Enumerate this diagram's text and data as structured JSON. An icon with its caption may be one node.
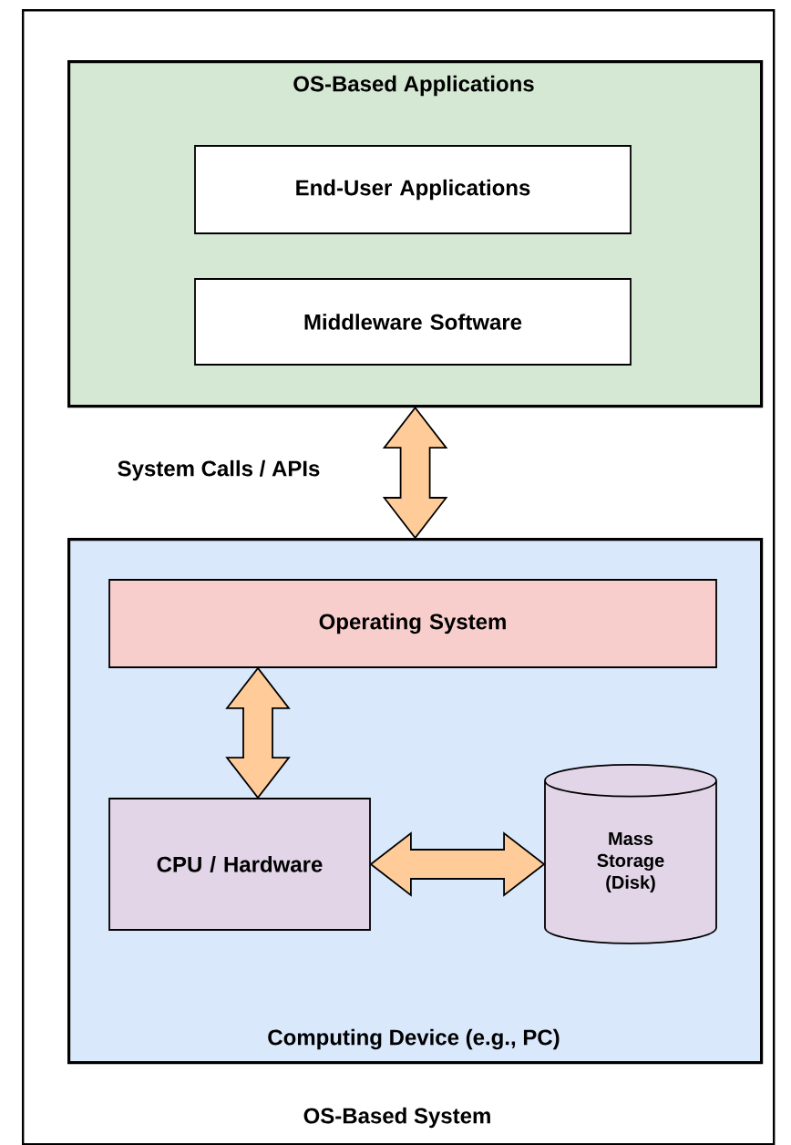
{
  "diagram": {
    "nodes": [
      {
        "text": [
          "OS-Based System"
        ]
      },
      {
        "text": [
          "OS-Based Applications"
        ],
        "in": 0
      },
      {
        "text": [
          "End-User Applications"
        ],
        "in": 1
      },
      {
        "text": [
          "Middleware Software"
        ],
        "in": 1
      },
      {
        "text": [
          "Computing Device (e.g., PC)"
        ],
        "in": 0
      },
      {
        "text": [
          "Operating System"
        ],
        "in": 4
      },
      {
        "text": [
          "CPU / Hardware"
        ],
        "in": 4
      },
      {
        "text": [
          "Mass Storage (Disk)"
        ],
        "in": 4
      }
    ],
    "edges": [
      {
        "from": 1,
        "to": 4,
        "arrow": "both",
        "label": "System Calls / APIs"
      },
      {
        "from": 5,
        "to": 6,
        "arrow": "both"
      },
      {
        "from": 6,
        "to": 7,
        "arrow": "both"
      }
    ]
  }
}
